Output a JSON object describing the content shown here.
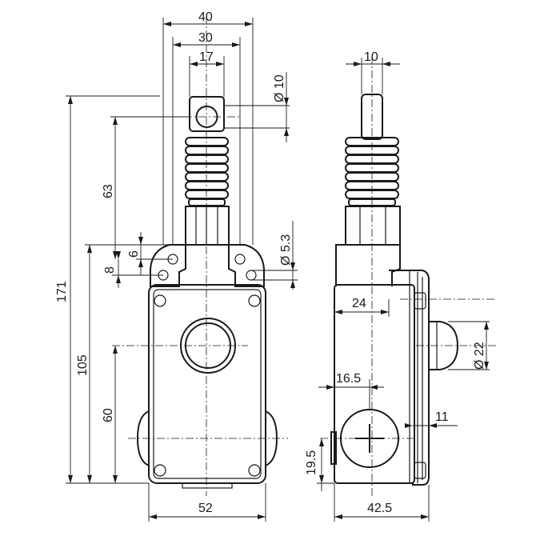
{
  "front_view": {
    "dim_overall_width_top": "40",
    "dim_bellows_width": "30",
    "dim_cap_width": "17",
    "dim_hole_diameter": "Ø 10",
    "dim_height_total": "171",
    "dim_height_63": "63",
    "dim_height_105": "105",
    "dim_height_60": "60",
    "dim_height_6": "6",
    "dim_height_8": "8",
    "dim_mount_hole": "Ø 5.3",
    "dim_base_width": "52"
  },
  "side_view": {
    "dim_shaft": "10",
    "dim_flange": "24",
    "dim_button_diameter": "Ø 22",
    "dim_screw_offset": "16.5",
    "dim_button_depth": "11",
    "dim_screw_height": "19.5",
    "dim_depth": "42.5"
  }
}
